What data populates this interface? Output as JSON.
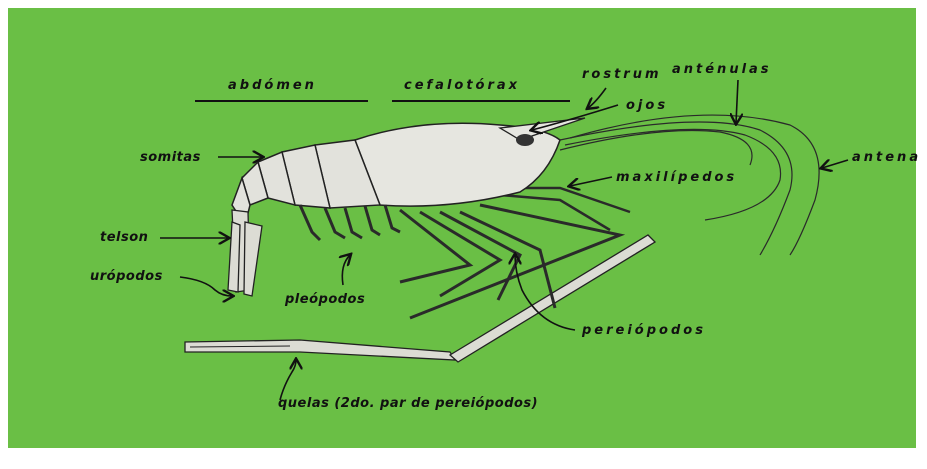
{
  "colors": {
    "background": "#6abf45",
    "ink": "#111111",
    "body": "#e6e6e0"
  },
  "labels": {
    "abdomen": "abdómen",
    "cefalotorax": "cefalotórax",
    "rostrum": "rostrum",
    "antenulas": "anténulas",
    "ojos": "ojos",
    "antena": "antena",
    "somitas": "somitas",
    "maxilipedos": "maxilípedos",
    "telson": "telson",
    "uropodos": "urópodos",
    "pleopodos": "pleópodos",
    "pereiopodos": "pereiópodos",
    "quelas": "quelas (2do. par de pereiópodos)"
  }
}
